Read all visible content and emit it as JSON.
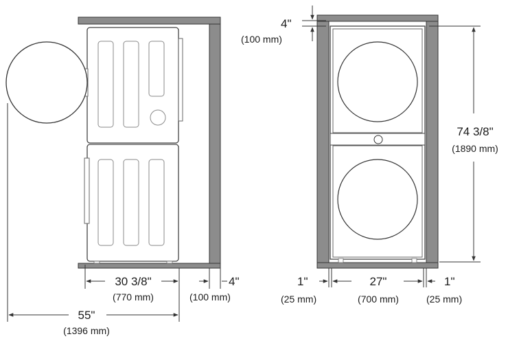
{
  "side_view": {
    "depth_label": "30 3/8\"",
    "depth_metric": "(770 mm)",
    "clearance_label": "4\"",
    "clearance_metric": "(100 mm)",
    "door_open_label": "55\"",
    "door_open_metric": "(1396 mm)"
  },
  "front_view": {
    "top_clearance_label": "4\"",
    "top_clearance_metric": "(100 mm)",
    "height_label": "74 3/8\"",
    "height_metric": "(1890 mm)",
    "left_gap_label": "1\"",
    "left_gap_metric": "(25 mm)",
    "width_label": "27\"",
    "width_metric": "(700 mm)",
    "right_gap_label": "1\"",
    "right_gap_metric": "(25 mm)"
  },
  "colors": {
    "line": "#3a3a3a",
    "wall_fill": "#8c8c8c",
    "panel_line": "#8a8a8a"
  }
}
